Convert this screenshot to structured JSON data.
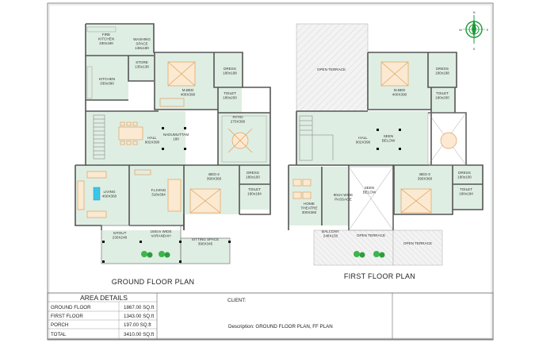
{
  "plans": {
    "ground": {
      "title": "GROUND FLOOR  PLAN",
      "rooms": {
        "fire_kitchen": [
          "FIRE",
          "KITCHEN",
          "330x180"
        ],
        "washing_space": [
          "WASHING",
          "SPACE",
          "138x180"
        ],
        "store": [
          "STORE",
          "135x138"
        ],
        "kitchen": [
          "KITCHEN",
          "330x390"
        ],
        "mbed": [
          "M.BED",
          "400X390"
        ],
        "dress": [
          "DRESS",
          "180x198"
        ],
        "toilet1": [
          "TOILET",
          "180x200"
        ],
        "patio": [
          "PATIO",
          "270X390"
        ],
        "hall": [
          "HALL",
          "902X390"
        ],
        "nadumuttam": [
          "NADUMUTTAM",
          "180"
        ],
        "bed2": [
          "BED-2",
          "390X360"
        ],
        "dress2": [
          "DRESS",
          "180x100"
        ],
        "toilet2": [
          "TOILET",
          "180x184"
        ],
        "living": [
          "LIVING",
          "400X360"
        ],
        "f_living": [
          "F.LIVING",
          "318x394"
        ],
        "sitout": [
          "SITOUT",
          "230X248"
        ],
        "varandah": [
          "150cm WIDE",
          "VARANDAH"
        ],
        "sitting_space": [
          "SITTING SPACE",
          "390X345"
        ]
      }
    },
    "first": {
      "title": "FIRST FLOOR  PLAN",
      "rooms": {
        "open_terrace_top": "OPEN TERRACE",
        "mbed": [
          "M.BED",
          "400X390"
        ],
        "dress": [
          "DRESS",
          "180x198"
        ],
        "toilet1": [
          "TOILET",
          "180x200"
        ],
        "hall": [
          "HALL",
          "902X390"
        ],
        "seen_below1": [
          "SEEN",
          "BELOW"
        ],
        "seen_below2": [
          "SEEN",
          "BELOW"
        ],
        "bed3": [
          "BED-3",
          "390X360"
        ],
        "dress2": [
          "DRESS",
          "180x100"
        ],
        "toilet2": [
          "TOILET",
          "180x184"
        ],
        "home_theatre": [
          "HOME",
          "THEATRE",
          "300X360"
        ],
        "passage": [
          "90cm WIDE",
          "PASSAGE"
        ],
        "balcony": [
          "BALCONY",
          "248X150"
        ],
        "open_terrace_mid": "OPEN TERRACE",
        "open_terrace_bottom": "OPEN TERRACE"
      }
    }
  },
  "area_details": {
    "heading": "AREA DETAILS",
    "rows": [
      {
        "label": "GROUND FLOOR",
        "value": "1867.00 SQ.ft"
      },
      {
        "label": "FIRST FLOOR",
        "value": "1343.00 SQ.ft"
      },
      {
        "label": "PORCH",
        "value": "197.00 SQ.ft"
      },
      {
        "label": "TOTAL",
        "value": "3410.00 SQ.ft"
      }
    ]
  },
  "client": {
    "label": "CLIENT:"
  },
  "description": {
    "label": "Description: GROUND FLOOR PLAN, FF PLAN"
  },
  "compass": {
    "north": "N",
    "south": "S",
    "east": "E",
    "west": "W"
  },
  "colors": {
    "accent_green": "#1d9a3a",
    "room_fill": "#dfeee3",
    "furniture": "#e0a05a"
  }
}
